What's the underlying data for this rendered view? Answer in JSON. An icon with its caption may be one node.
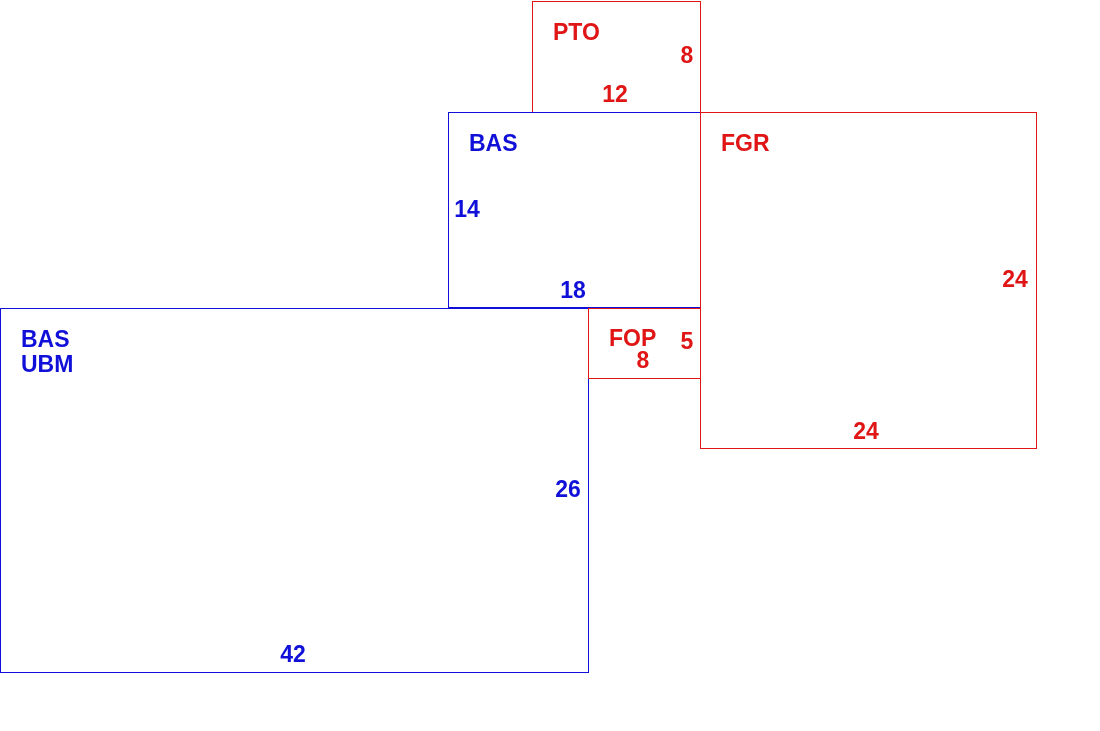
{
  "diagram": {
    "nodes": [
      {
        "text": [
          "PTO"
        ]
      },
      {
        "text": [
          "BAS"
        ]
      },
      {
        "text": [
          "FGR"
        ]
      },
      {
        "text": [
          "BAS UBM"
        ]
      },
      {
        "text": [
          "FOP"
        ]
      }
    ],
    "labels": [
      "8",
      "12",
      "14",
      "24",
      "18",
      "5",
      "8",
      "24",
      "26",
      "42"
    ]
  }
}
